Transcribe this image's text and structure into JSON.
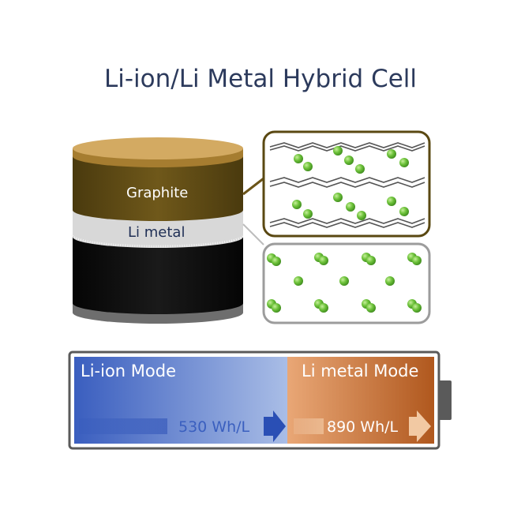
{
  "title": "Li-ion/Li Metal Hybrid Cell",
  "cell": {
    "graphite_label": "Graphite",
    "li_metal_label": "Li metal"
  },
  "battery": {
    "liion_mode_label": "Li-ion Mode",
    "limetal_mode_label": "Li metal Mode",
    "liion_energy": "530 Wh/L",
    "limetal_energy": "890 Wh/L"
  },
  "colors": {
    "title": "#2c3a5c",
    "graphite": "#6b5418",
    "graphite_top": "#c9a056",
    "li_metal": "#d9d9d9",
    "cell_body": "#111111",
    "lithium_atom": "#6cbf3a",
    "liion_blue": "#3f63c4",
    "limetal_orange": "#c46a2a"
  }
}
